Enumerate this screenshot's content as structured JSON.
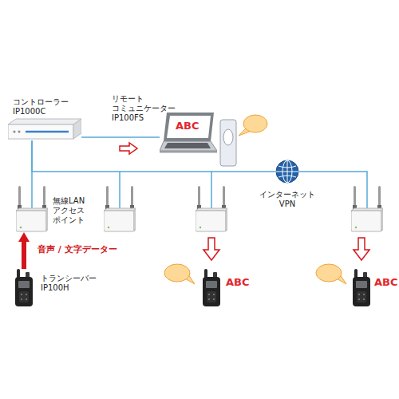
{
  "diagram": {
    "nodes": [
      {
        "text": [
          "コントローラー IP1000C"
        ]
      },
      {
        "text": [
          "リモート コミュニケーター IP100FS",
          "ABC"
        ]
      },
      {
        "text": [
          "インターネット VPN"
        ]
      },
      {
        "text": [
          "無線LAN アクセス ポイント"
        ]
      },
      {
        "text": [
          "トランシーバー IP100H"
        ]
      },
      {
        "text": [
          "ABC"
        ]
      },
      {
        "text": [
          "ABC"
        ]
      }
    ],
    "edges": [
      {
        "from": 0,
        "to": 1,
        "arrow": "none"
      },
      {
        "from": 0,
        "to": 3,
        "arrow": "none"
      },
      {
        "from": 0,
        "to": 2,
        "arrow": "none"
      },
      {
        "from": 4,
        "to": 3,
        "arrow": "to",
        "label": "音声 / 文字データー"
      }
    ]
  }
}
